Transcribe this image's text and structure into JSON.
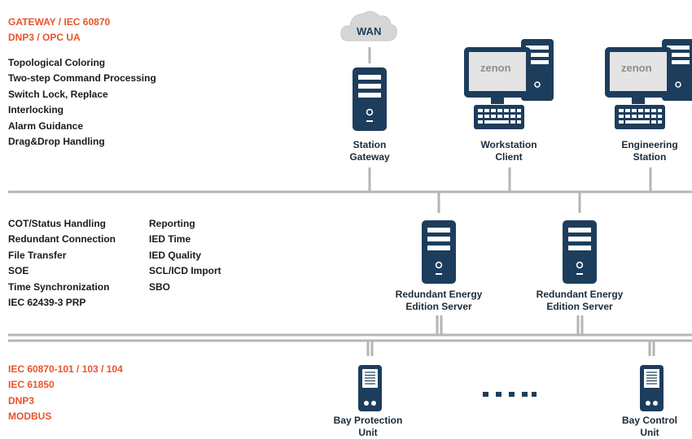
{
  "colors": {
    "accent": "#e8542a",
    "navy": "#1d3d5c",
    "line": "#b5b5b5",
    "text": "#1b1b1b"
  },
  "top_section": {
    "heading": [
      "GATEWAY / IEC 60870",
      "DNP3 / OPC UA"
    ],
    "features": [
      "Topological Coloring",
      "Two-step Command Processing",
      "Switch Lock, Replace",
      "Interlocking",
      "Alarm Guidance",
      "Drag&Drop Handling"
    ]
  },
  "middle_section": {
    "features_col1": [
      "COT/Status Handling",
      "Redundant Connection",
      "File Transfer",
      "SOE",
      "Time Synchronization",
      "IEC 62439-3 PRP"
    ],
    "features_col2": [
      "Reporting",
      "IED Time",
      "IED Quality",
      "SCL/ICD Import",
      "SBO"
    ]
  },
  "bottom_section": {
    "protocols": [
      "IEC 60870-101 / 103 / 104",
      "IEC 61850",
      "DNP3",
      "MODBUS"
    ]
  },
  "nodes": {
    "wan": {
      "label": "WAN",
      "icon": "cloud-icon"
    },
    "station_gateway": {
      "label": [
        "Station",
        "Gateway"
      ],
      "icon": "server-icon"
    },
    "workstation": {
      "label": [
        "Workstation",
        "Client"
      ],
      "icon": "workstation-icon",
      "screen_text": "zenon"
    },
    "engineering": {
      "label": [
        "Engineering",
        "Station"
      ],
      "icon": "workstation-icon",
      "screen_text": "zenon"
    },
    "redundant_1": {
      "label": [
        "Redundant Energy",
        "Edition Server"
      ],
      "icon": "server-icon"
    },
    "redundant_2": {
      "label": [
        "Redundant Energy",
        "Edition Server"
      ],
      "icon": "server-icon"
    },
    "bay_protection": {
      "label": [
        "Bay Protection",
        "Unit"
      ],
      "icon": "bay-unit-icon"
    },
    "bay_control": {
      "label": [
        "Bay Control",
        "Unit"
      ],
      "icon": "bay-unit-icon"
    }
  }
}
